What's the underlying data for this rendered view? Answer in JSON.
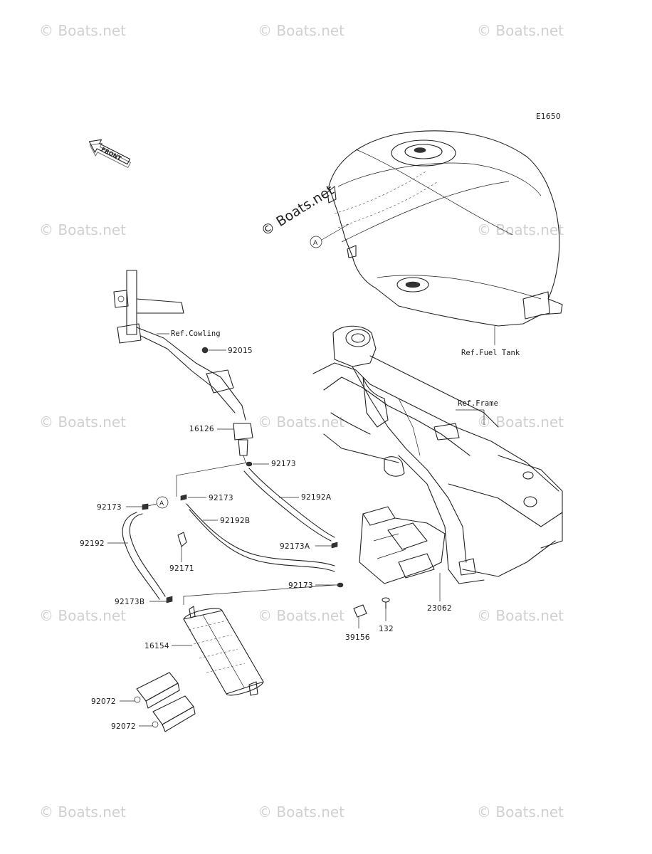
{
  "diagram_code": "E1650",
  "front_arrow_label": "FRONT",
  "center_watermark": "© Boats.net",
  "watermark_text": "© Boats.net",
  "circle_ref": "A",
  "references": {
    "cowling": "Ref.Cowling",
    "fuel_tank": "Ref.Fuel Tank",
    "frame": "Ref.Frame"
  },
  "part_numbers": {
    "p92015": "92015",
    "p16126": "16126",
    "p92173_top": "92173",
    "p92173_mid": "92173",
    "p92173_left": "92173",
    "p92192A": "92192A",
    "p92192B": "92192B",
    "p92192": "92192",
    "p92171": "92171",
    "p92173A": "92173A",
    "p92173_low": "92173",
    "p92173B": "92173B",
    "p16154": "16154",
    "p23062": "23062",
    "p132": "132",
    "p39156": "39156",
    "p92072_a": "92072",
    "p92072_b": "92072"
  }
}
